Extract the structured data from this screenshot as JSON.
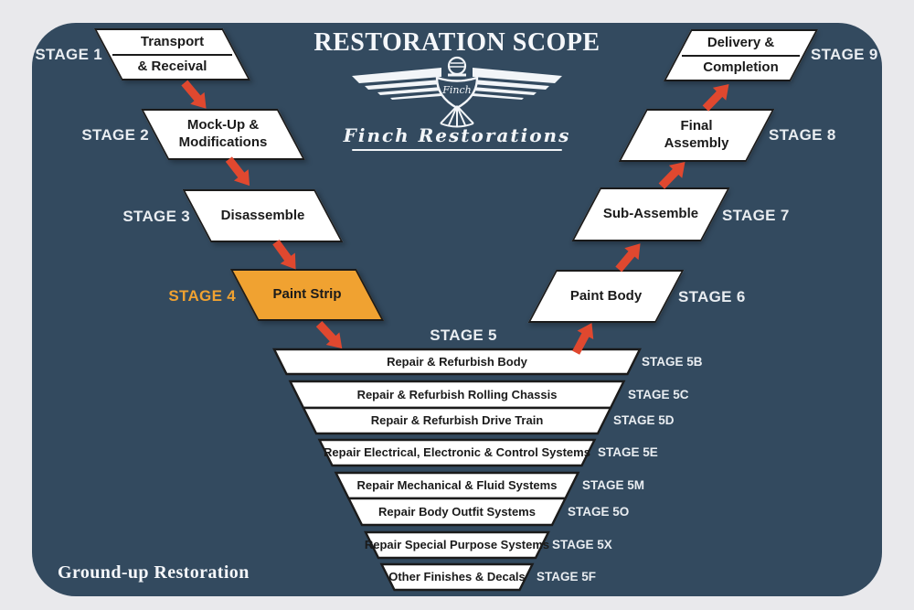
{
  "title": "RESTORATION SCOPE",
  "logo": {
    "shield_text": "Finch",
    "script_text": "Finch Restorations"
  },
  "footer": {
    "label": "Ground-up Restoration"
  },
  "colors": {
    "background": "#E9E9EC",
    "panel": "#334A5F",
    "box_fill": "#FFFFFF",
    "box_border": "#1B1B1B",
    "highlight_orange": "#F0A231",
    "arrow_red": "#E0482F",
    "stage_label": "#E9EDF1"
  },
  "left_stages": [
    {
      "label": "STAGE 1",
      "lines": [
        "Transport",
        "& Receival"
      ]
    },
    {
      "label": "STAGE 2",
      "lines": [
        "Mock-Up &",
        "Modifications"
      ]
    },
    {
      "label": "STAGE 3",
      "lines": [
        "Disassemble"
      ]
    },
    {
      "label": "STAGE 4",
      "lines": [
        "Paint Strip"
      ]
    }
  ],
  "funnel": {
    "heading": "STAGE 5",
    "rows": [
      {
        "label": "STAGE 5B",
        "title": "Repair & Refurbish Body"
      },
      {
        "label": "STAGE 5C",
        "title": "Repair & Refurbish Rolling Chassis"
      },
      {
        "label": "STAGE 5D",
        "title": "Repair & Refurbish Drive Train"
      },
      {
        "label": "STAGE 5E",
        "title": "Repair Electrical, Electronic & Control Systems"
      },
      {
        "label": "STAGE 5M",
        "title": "Repair Mechanical & Fluid Systems"
      },
      {
        "label": "STAGE 5O",
        "title": "Repair Body Outfit Systems"
      },
      {
        "label": "STAGE 5X",
        "title": "Repair Special Purpose Systems"
      },
      {
        "label": "STAGE 5F",
        "title": "Other Finishes & Decals"
      }
    ]
  },
  "right_stages": [
    {
      "label": "STAGE 6",
      "lines": [
        "Paint Body"
      ]
    },
    {
      "label": "STAGE 7",
      "lines": [
        "Sub-Assemble"
      ]
    },
    {
      "label": "STAGE 8",
      "lines": [
        "Final",
        "Assembly"
      ]
    },
    {
      "label": "STAGE 9",
      "lines": [
        "Delivery &",
        "Completion"
      ]
    }
  ]
}
